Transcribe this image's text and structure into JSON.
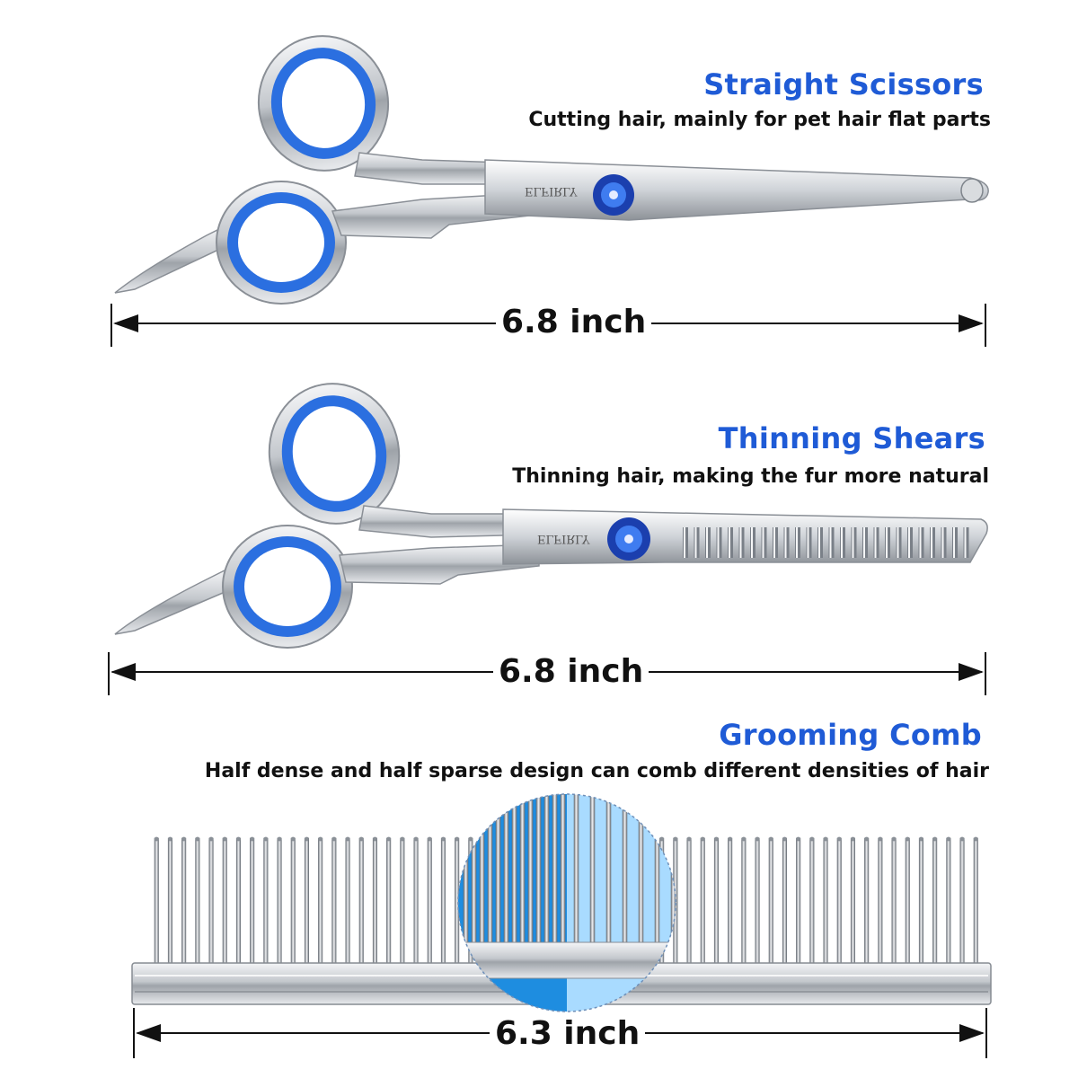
{
  "products": [
    {
      "title": "Straight Scissors",
      "description": "Cutting hair, mainly for pet hair flat parts",
      "length_label": "6.8 inch",
      "brand_engraving": "ELFIRLY"
    },
    {
      "title": "Thinning Shears",
      "description": "Thinning hair, making the fur more natural",
      "length_label": "6.8 inch",
      "brand_engraving": "ELFIRLY"
    },
    {
      "title": "Grooming Comb",
      "description": "Half dense and half sparse design can comb different densities of hair",
      "length_label": "6.3 inch"
    }
  ],
  "colors": {
    "accent_blue": "#1f5bd6",
    "ring_blue": "#2b6fe0",
    "zoom_dark_blue": "#1e8de0",
    "zoom_light_blue": "#a9dbff",
    "steel": "#c9cdd2"
  }
}
